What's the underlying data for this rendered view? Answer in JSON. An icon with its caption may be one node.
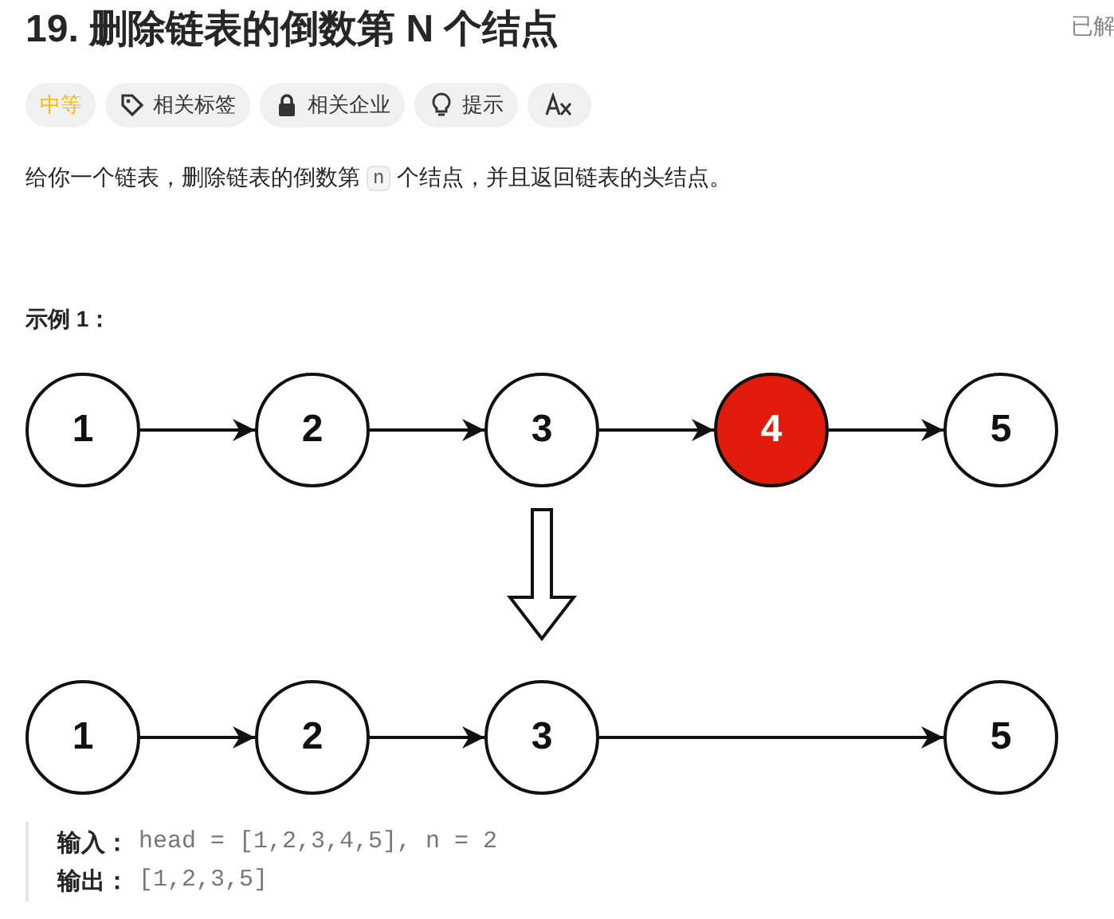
{
  "diagram": {
    "title": "19. 删除链表的倒数第 N 个结点",
    "nodes": [
      {
        "text": [
          "1"
        ]
      },
      {
        "text": [
          "2"
        ]
      },
      {
        "text": [
          "3"
        ]
      },
      {
        "text": [
          "4"
        ]
      },
      {
        "text": [
          "5"
        ]
      },
      {
        "text": [
          "1"
        ]
      },
      {
        "text": [
          "2"
        ]
      },
      {
        "text": [
          "3"
        ]
      },
      {
        "text": [
          "5"
        ]
      }
    ],
    "edges": [
      {
        "from": 0,
        "to": 1,
        "arrow": "to"
      },
      {
        "from": 1,
        "to": 2,
        "arrow": "to"
      },
      {
        "from": 2,
        "to": 3,
        "arrow": "to"
      },
      {
        "from": 3,
        "to": 4,
        "arrow": "to"
      },
      {
        "from": 2,
        "to": 7,
        "arrow": "to",
        "style": "thick"
      },
      {
        "from": 5,
        "to": 6,
        "arrow": "to"
      },
      {
        "from": 6,
        "to": 7,
        "arrow": "to"
      },
      {
        "from": 7,
        "to": 8,
        "arrow": "to"
      }
    ],
    "labels": [
      "已解",
      "中等",
      "相关标签",
      "相关企业",
      "提示",
      "给你一个链表，删除链表的倒数第",
      "n",
      "个结点，并且返回链表的头结点。",
      "示例 1：",
      "输入：",
      "head = [1,2,3,4,5], n = 2",
      "输出：",
      "[1,2,3,5]"
    ]
  }
}
